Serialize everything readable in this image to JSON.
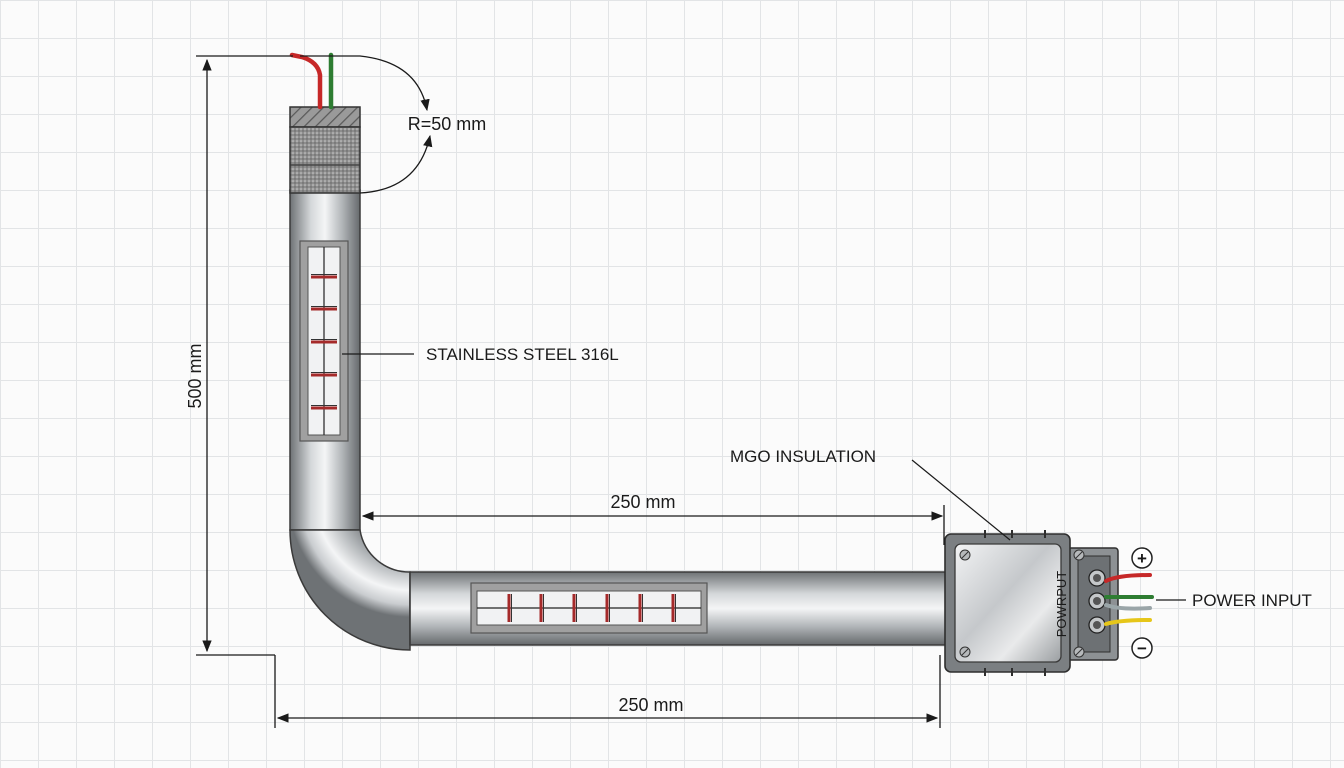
{
  "labels": {
    "radius": "R=50 mm",
    "material": "STAINLESS STEEL 316L",
    "insulation": "MGO INSULATION",
    "power_input": "POWER INPUT",
    "box_text": "POWRPUT",
    "plus": "+",
    "minus": "−"
  },
  "dimensions": {
    "vertical": "500 mm",
    "horizontal_top": "250 mm",
    "horizontal_bottom": "250 mm"
  },
  "colors": {
    "wire_red": "#c62828",
    "wire_green": "#2e7d32",
    "wire_gray": "#9aa5a8",
    "wire_yellow": "#e6c619",
    "heating_element": "#a52a2a"
  }
}
